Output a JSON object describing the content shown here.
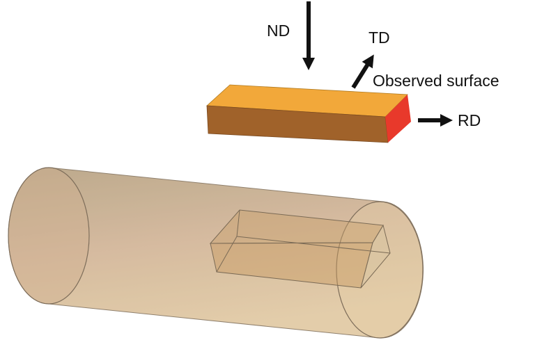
{
  "labels": {
    "nd": "ND",
    "td": "TD",
    "rd": "RD",
    "observed_surface": "Observed surface"
  },
  "colors": {
    "block_top": "#f2a83a",
    "block_front": "#a0622a",
    "observed_face": "#e8392b",
    "cylinder_fill": "#c9a980",
    "arrow": "#111111"
  }
}
